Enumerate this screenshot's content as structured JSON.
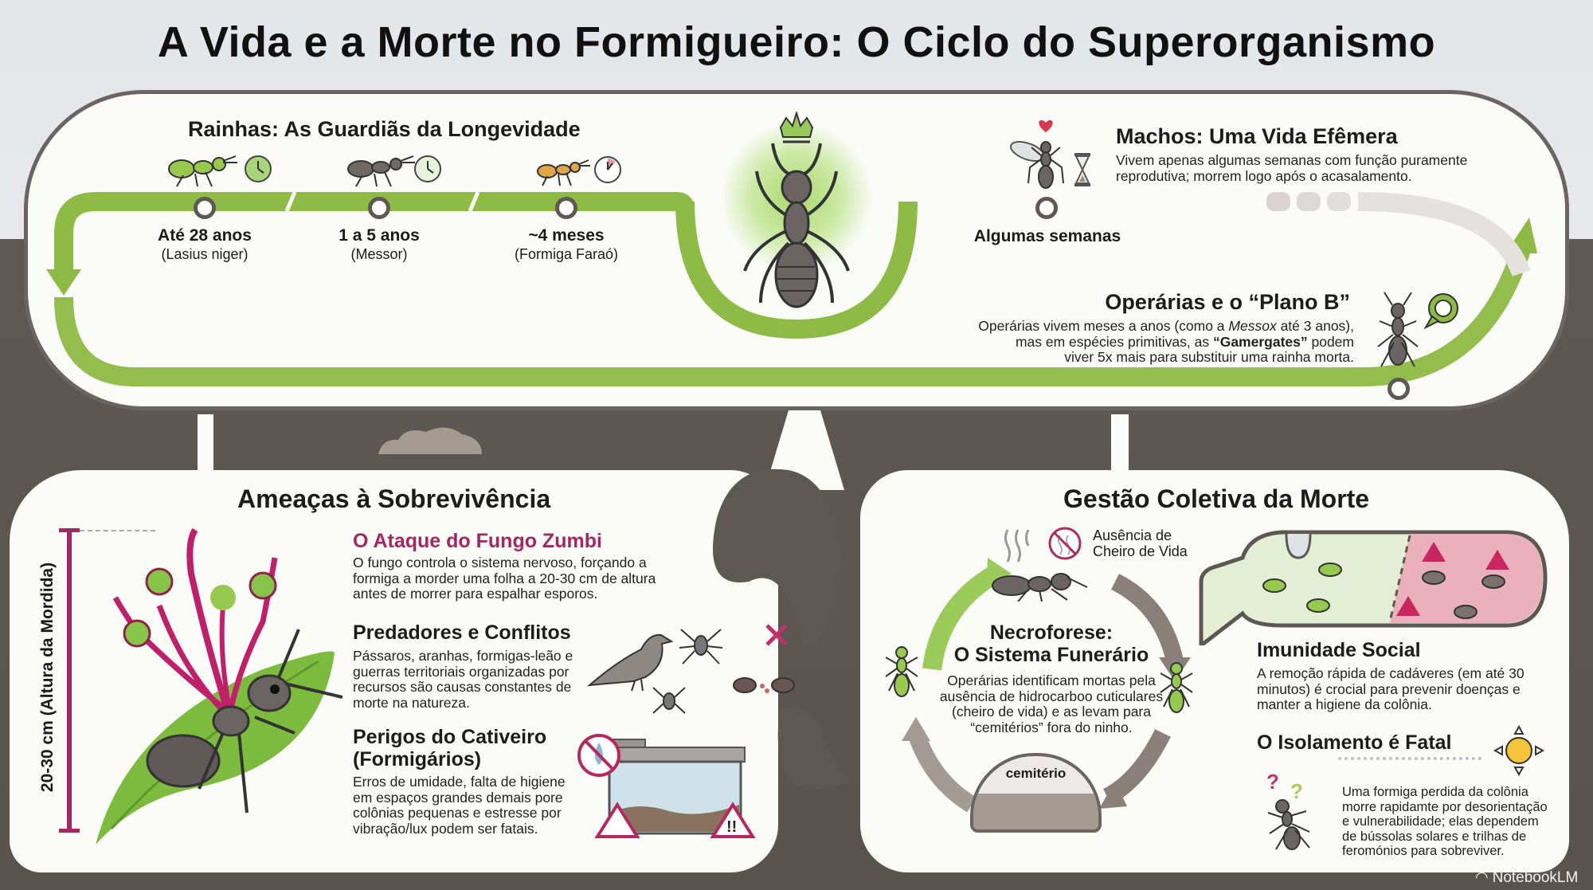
{
  "title": "A Vida e a Morte no Formigueiro: O Ciclo do Superorganismo",
  "top": {
    "queens": {
      "heading": "Rainhas: As Guardiãs da Longevidade",
      "items": [
        {
          "value": "Até 28 anos",
          "species": "(Lasius niger)",
          "icon": "green-ant-icon",
          "clock": "green-clock-icon"
        },
        {
          "value": "1 a 5 anos",
          "species": "(Messor)",
          "icon": "gray-ant-icon",
          "clock": "light-clock-icon"
        },
        {
          "value": "~4 meses",
          "species": "(Formiga Faraó)",
          "icon": "orange-ant-icon",
          "clock": "red-clock-icon"
        }
      ]
    },
    "center_icon": "queen-ant-crown-icon",
    "males": {
      "heading": "Machos: Uma Vida Efêmera",
      "text_line1": "Vivem apenas algumas semanas com função puramente",
      "text_line2": "reprodutiva; morrem logo após o acasalamento.",
      "timeline_label": "Algumas semanas"
    },
    "workers": {
      "heading": "Operárias e o “Plano B”",
      "line1_a": "Operárias vivem meses a anos (como a ",
      "line1_em": "Messox",
      "line1_b": " até 3 anos),",
      "line2_a": "mas em espécies primitivas, as ",
      "line2_strong": "“Gamergates”",
      "line2_b": " podem",
      "line3": "viver 5x mais para substituir uma rainha morta."
    }
  },
  "threats": {
    "heading": "Ameaças à Sobrevivência",
    "measure_label": "20-30 cm (Altura da Mordida)",
    "fungus": {
      "title": "O Ataque do Fungo Zumbi",
      "lines": [
        "O fungo controla o sistema nervoso, forçando a",
        "formiga a morder uma folha a 20-30 cm de altura",
        "antes de morrer para espalhar esporos."
      ]
    },
    "predators": {
      "title": "Predadores e Conflitos",
      "lines": [
        "Pássaros, aranhas, formigas-leão e",
        "guerras territoriais organizadas por",
        "recursos são causas constantes de",
        "morte na natureza."
      ]
    },
    "captivity": {
      "title_line1": "Perigos do Cativeiro",
      "title_line2": "(Formigários)",
      "lines": [
        "Erros de umidade, falta de higiene",
        "em espaços grandes demais pore",
        "colônias pequenas e estresse por",
        "vibração/lux podem ser fatais."
      ]
    }
  },
  "death": {
    "heading": "Gestão Coletiva da Morte",
    "smell_label_line1": "Ausência de",
    "smell_label_line2": "Cheiro de Vida",
    "necro_title_line1": "Necroforese:",
    "necro_title_line2": "O Sistema Funerário",
    "necro_lines": [
      "Operárias identificam mortas pela",
      "ausência de hidrocarboo cuticulares",
      "(cheiro de vida) e as levam para",
      "“cemitérios” fora do ninho."
    ],
    "cemetery_label": "cemitério",
    "immunity": {
      "title": "Imunidade Social",
      "lines": [
        "A remoção rápida de cadáveres (em até 30",
        "minutos) é crocial para prevenir doenças e",
        "manter a higiene da colônia."
      ]
    },
    "isolation": {
      "title": "O Isolamento é Fatal",
      "lines": [
        "Uma formiga perdida da colônia",
        "morre rapidamte por desorientação",
        "e vulnerabilidade; elas dependem",
        "de bússolas solares e trilhas de",
        "feromónios para sobreviver."
      ]
    }
  },
  "brand": "NotebookLM",
  "colors": {
    "green": "#8dbb45",
    "brown_gray": "#6f6560",
    "magenta": "#b0205f",
    "soil": "#5e5854",
    "card": "#fbfbf7"
  }
}
